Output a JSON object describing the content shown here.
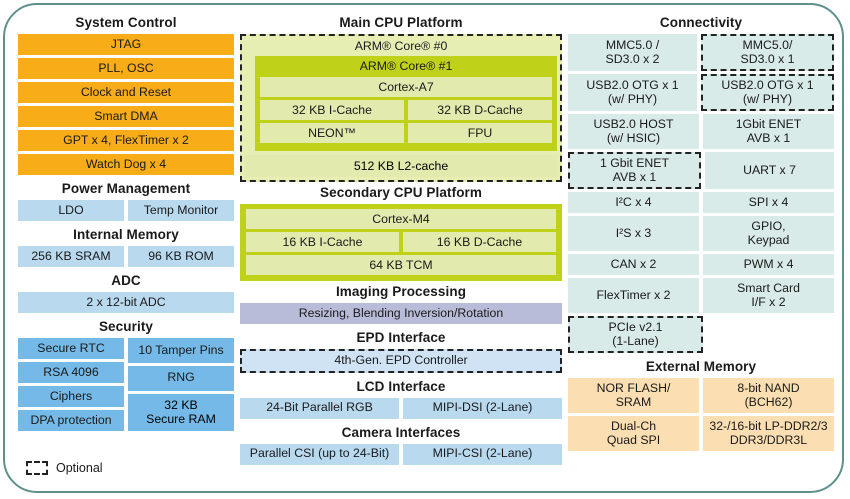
{
  "legend": {
    "optional_label": "Optional",
    "optional_icon": "dashed-box-icon"
  },
  "colors": {
    "border": "#5f918c",
    "orange": "#f7ac18",
    "blue_light": "#b9d9ef",
    "blue_medium": "#74b9e7",
    "green_dark": "#c0d11a",
    "green_light": "#e2eaad",
    "lavender": "#b9bcd8",
    "mint": "#d9ebe8",
    "peach": "#fbdfb2",
    "epd_blue": "#cfe3f5"
  },
  "left": {
    "system_control": {
      "title": "System Control",
      "items": [
        "JTAG",
        "PLL, OSC",
        "Clock and Reset",
        "Smart DMA",
        "GPT x 4, FlexTimer x 2",
        "Watch Dog x 4"
      ]
    },
    "power_management": {
      "title": "Power Management",
      "items": [
        "LDO",
        "Temp Monitor"
      ]
    },
    "internal_memory": {
      "title": "Internal Memory",
      "items": [
        "256 KB SRAM",
        "96 KB ROM"
      ]
    },
    "adc": {
      "title": "ADC",
      "items": [
        "2 x 12-bit ADC"
      ]
    },
    "security": {
      "title": "Security",
      "col_a": [
        "Secure RTC",
        "RSA 4096",
        "Ciphers",
        "DPA protection"
      ],
      "col_b": [
        "10 Tamper Pins",
        "RNG"
      ],
      "span_cell": "32 KB\nSecure RAM",
      "span_cell_line1": "32 KB",
      "span_cell_line2": "Secure RAM"
    }
  },
  "middle": {
    "main_cpu": {
      "title": "Main CPU Platform",
      "core0_label": "ARM® Core® #0",
      "core0_optional": true,
      "core1_label": "ARM® Core® #1",
      "cortex": "Cortex-A7",
      "icache": "32 KB I-Cache",
      "dcache": "32 KB D-Cache",
      "neon": "NEON™",
      "fpu": "FPU",
      "l2cache": "512 KB L2-cache"
    },
    "secondary_cpu": {
      "title": "Secondary CPU Platform",
      "cortex": "Cortex-M4",
      "icache": "16 KB I-Cache",
      "dcache": "16 KB D-Cache",
      "tcm": "64 KB TCM"
    },
    "imaging": {
      "title": "Imaging Processing",
      "item": "Resizing, Blending Inversion/Rotation"
    },
    "epd": {
      "title": "EPD Interface",
      "item": "4th-Gen. EPD Controller",
      "optional": true
    },
    "lcd": {
      "title": "LCD Interface",
      "items": [
        "24-Bit Parallel RGB",
        "MIPI-DSI (2-Lane)"
      ]
    },
    "camera": {
      "title": "Camera Interfaces",
      "items": [
        "Parallel CSI (up to 24-Bit)",
        "MIPI-CSI (2-Lane)"
      ]
    }
  },
  "right": {
    "connectivity": {
      "title": "Connectivity",
      "rows": [
        {
          "left": {
            "l1": "MMC5.0 /",
            "l2": "SD3.0 x 2",
            "optional": false
          },
          "right": {
            "l1": "MMC5.0/",
            "l2": "SD3.0 x 1",
            "optional": true
          }
        },
        {
          "left": {
            "l1": "USB2.0 OTG x 1",
            "l2": "(w/ PHY)",
            "optional": false
          },
          "right": {
            "l1": "USB2.0 OTG x 1",
            "l2": "(w/ PHY)",
            "optional": true
          }
        },
        {
          "left": {
            "l1": "USB2.0 HOST",
            "l2": "(w/ HSIC)",
            "optional": false
          },
          "right": {
            "l1": "1Gbit ENET",
            "l2": "AVB x 1",
            "optional": false
          }
        },
        {
          "left": {
            "l1": "1 Gbit ENET",
            "l2": "AVB x 1",
            "optional": true
          },
          "right": {
            "l1": "UART x 7",
            "l2": "",
            "optional": false
          }
        },
        {
          "left": {
            "l1": "I²C x 4",
            "l2": "",
            "optional": false
          },
          "right": {
            "l1": "SPI x 4",
            "l2": "",
            "optional": false
          }
        },
        {
          "left": {
            "l1": "I²S x 3",
            "l2": "",
            "optional": false
          },
          "right": {
            "l1": "GPIO,",
            "l2": "Keypad",
            "optional": false
          }
        },
        {
          "left": {
            "l1": "CAN x 2",
            "l2": "",
            "optional": false
          },
          "right": {
            "l1": "PWM x 4",
            "l2": "",
            "optional": false
          }
        },
        {
          "left": {
            "l1": "FlexTimer x 2",
            "l2": "",
            "optional": false
          },
          "right": {
            "l1": "Smart Card",
            "l2": "I/F x 2",
            "optional": false
          }
        }
      ],
      "pcie": {
        "l1": "PCIe v2.1",
        "l2": "(1-Lane)",
        "optional": true
      }
    },
    "external_memory": {
      "title": "External Memory",
      "rows": [
        {
          "left": {
            "l1": "NOR FLASH/",
            "l2": "SRAM"
          },
          "right": {
            "l1": "8-bit NAND",
            "l2": "(BCH62)"
          }
        },
        {
          "left": {
            "l1": "Dual-Ch",
            "l2": "Quad SPI"
          },
          "right": {
            "l1": "32-/16-bit LP-DDR2/3",
            "l2": "DDR3/DDR3L"
          }
        }
      ]
    }
  }
}
